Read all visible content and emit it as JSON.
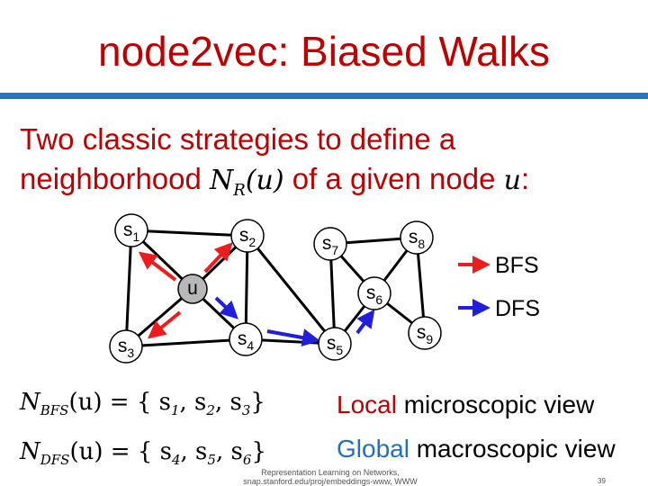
{
  "slide": {
    "title": "node2vec: Biased Walks",
    "intro_line1": "Two classic strategies to define a",
    "intro_line2_pre": "neighborhood ",
    "intro_math_N": "N",
    "intro_math_sub": "R",
    "intro_math_arg": "(u)",
    "intro_line2_mid": " of a given node ",
    "intro_math_u": "u",
    "intro_line2_end": ":",
    "page_number": "39",
    "footer_line1": "Representation Learning on Networks,",
    "footer_line2": "snap.stanford.edu/proj/embeddings-www, WWW"
  },
  "graph": {
    "center_node": "u",
    "nodes": [
      {
        "id": "s1",
        "base": "s",
        "sub": "1"
      },
      {
        "id": "s2",
        "base": "s",
        "sub": "2"
      },
      {
        "id": "s3",
        "base": "s",
        "sub": "3"
      },
      {
        "id": "s4",
        "base": "s",
        "sub": "4"
      },
      {
        "id": "s5",
        "base": "s",
        "sub": "5"
      },
      {
        "id": "s6",
        "base": "s",
        "sub": "6"
      },
      {
        "id": "s7",
        "base": "s",
        "sub": "7"
      },
      {
        "id": "s8",
        "base": "s",
        "sub": "8"
      },
      {
        "id": "s9",
        "base": "s",
        "sub": "9"
      }
    ],
    "edges": [
      [
        "s1",
        "s2"
      ],
      [
        "s1",
        "u"
      ],
      [
        "s1",
        "s3"
      ],
      [
        "u",
        "s2"
      ],
      [
        "u",
        "s3"
      ],
      [
        "u",
        "s4"
      ],
      [
        "s2",
        "s4"
      ],
      [
        "s2",
        "s5"
      ],
      [
        "s3",
        "s4"
      ],
      [
        "s4",
        "s5"
      ],
      [
        "s5",
        "s7"
      ],
      [
        "s5",
        "s6"
      ],
      [
        "s7",
        "s6"
      ],
      [
        "s7",
        "s8"
      ],
      [
        "s6",
        "s8"
      ],
      [
        "s6",
        "s9"
      ],
      [
        "s8",
        "s9"
      ]
    ],
    "bfs_color": "#ee1c1c",
    "dfs_color": "#1f1fdd",
    "legend": {
      "bfs_label": "BFS",
      "dfs_label": "DFS"
    }
  },
  "formulas": {
    "bfs": {
      "N": "N",
      "sub": "BFS",
      "rest": "(u) = { s",
      "s1": "1",
      "c1": ", s",
      "s2": "2",
      "c2": ", s",
      "s3": "3",
      "end": "}"
    },
    "dfs": {
      "N": "N",
      "sub": "DFS",
      "rest": "(u) = { s",
      "s1": "4",
      "c1": ", s",
      "s2": "5",
      "c2": ", s",
      "s3": "6",
      "end": "}"
    }
  },
  "views": {
    "local_word": "Local",
    "local_rest": " microscopic view",
    "local_color": "#c00000",
    "global_word": "Global",
    "global_rest": " macroscopic view",
    "global_color": "#1f6fc4"
  }
}
